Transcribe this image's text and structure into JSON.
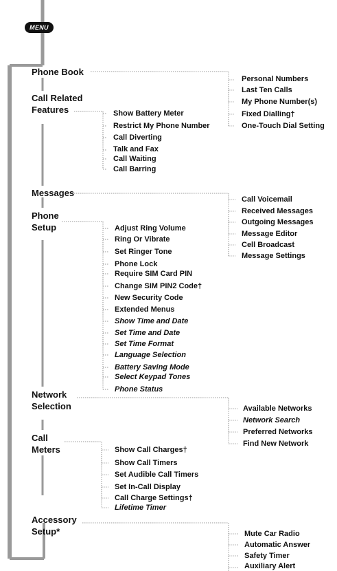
{
  "menu_key": "MENU",
  "categories": {
    "phone_book": {
      "title": "Phone Book",
      "items": [
        "Personal Numbers",
        "Last Ten Calls",
        "My Phone Number(s)",
        "Fixed Dialling†",
        "One-Touch Dial Setting"
      ]
    },
    "call_related": {
      "title1": "Call Related",
      "title2": "Features",
      "items": [
        "Show Battery Meter",
        "Restrict My Phone Number",
        "Call Diverting",
        "Talk and Fax",
        "Call Waiting",
        "Call Barring"
      ]
    },
    "messages": {
      "title": "Messages",
      "items": [
        "Call Voicemail",
        "Received Messages",
        "Outgoing Messages",
        "Message Editor",
        "Cell Broadcast",
        "Message Settings"
      ]
    },
    "phone_setup": {
      "title1": "Phone",
      "title2": "Setup",
      "items": [
        "Adjust Ring Volume",
        "Ring Or Vibrate",
        "Set Ringer Tone",
        "Phone Lock",
        "Require SIM Card PIN",
        "Change SIM PIN2 Code†",
        "New Security Code",
        "Extended Menus",
        "Show Time and Date",
        "Set Time and Date",
        "Set Time Format",
        "Language Selection",
        "Battery Saving Mode",
        "Select Keypad Tones",
        "Phone Status"
      ]
    },
    "network": {
      "title1": "Network",
      "title2": "Selection",
      "items": [
        "Available Networks",
        "Network Search",
        "Preferred Networks",
        "Find New Network"
      ]
    },
    "call_meters": {
      "title1": "Call",
      "title2": "Meters",
      "items": [
        "Show Call Charges†",
        "Show Call Timers",
        "Set Audible Call Timers",
        "Set In-Call Display",
        "Call Charge Settings†",
        "Lifetime Timer"
      ]
    },
    "accessory": {
      "title1": "Accessory",
      "title2": "Setup*",
      "items": [
        "Mute Car Radio",
        "Automatic Answer",
        "Safety Timer",
        "Auxiliary Alert"
      ]
    }
  }
}
